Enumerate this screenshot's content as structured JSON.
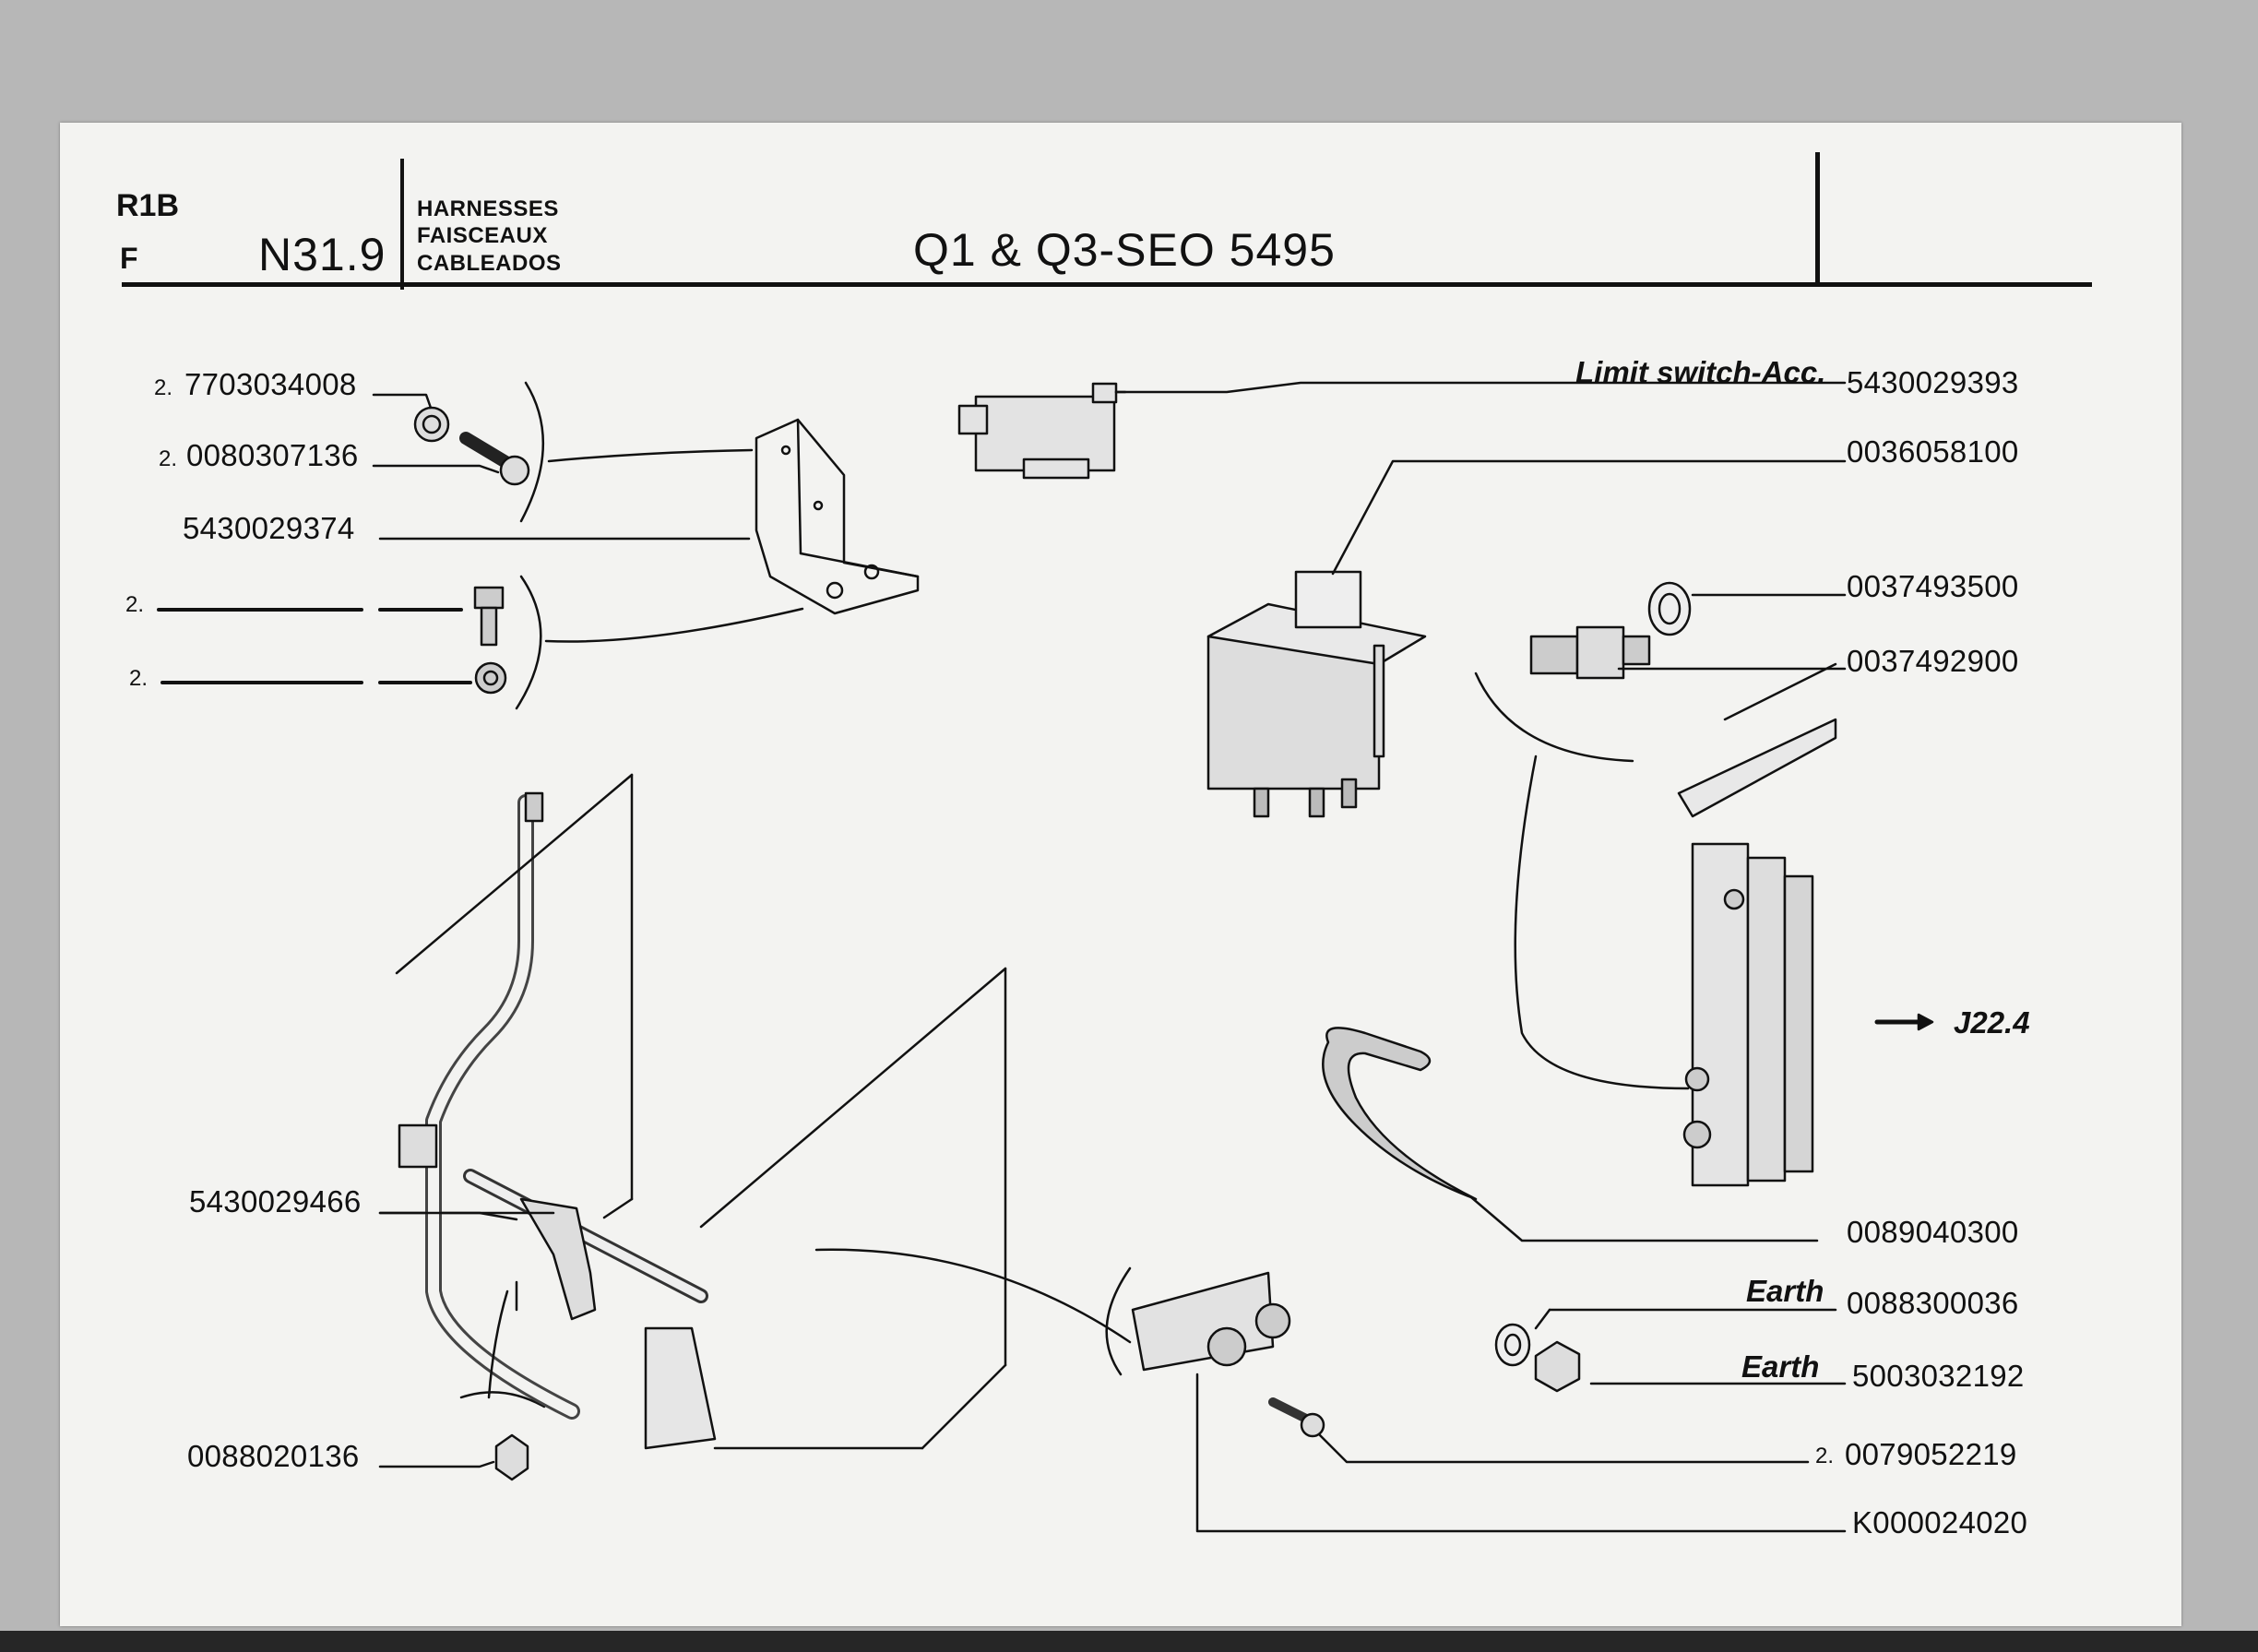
{
  "header": {
    "code_top": "R1B",
    "code_bottom": "F",
    "ref": "N31.9",
    "section_lines": [
      "HARNESSES",
      "FAISCEAUX",
      "CABLEADOS"
    ],
    "title": "Q1 & Q3-SEO 5495"
  },
  "callouts": [
    {
      "qty": "2.",
      "part": "7703034008"
    },
    {
      "qty": "2.",
      "part": "0080307136"
    },
    {
      "qty": "",
      "part": "5430029374"
    },
    {
      "qty": "2.",
      "part": ""
    },
    {
      "qty": "2.",
      "part": ""
    },
    {
      "qty": "",
      "part": "5430029466"
    },
    {
      "qty": "",
      "part": "0088020136"
    },
    {
      "qty": "",
      "part": "5430029393",
      "desc": "Limit switch-Acc."
    },
    {
      "qty": "",
      "part": "0036058100"
    },
    {
      "qty": "",
      "part": "0037493500"
    },
    {
      "qty": "",
      "part": "0037492900"
    },
    {
      "qty": "",
      "part": "0089040300"
    },
    {
      "qty": "",
      "part": "0088300036",
      "desc": "Earth"
    },
    {
      "qty": "",
      "part": "5003032192",
      "desc": "Earth"
    },
    {
      "qty": "2.",
      "part": "0079052219"
    },
    {
      "qty": "",
      "part": "K000024020"
    }
  ],
  "crossref": {
    "arrow_icon": "arrow-right-icon",
    "text": "J22.4"
  }
}
